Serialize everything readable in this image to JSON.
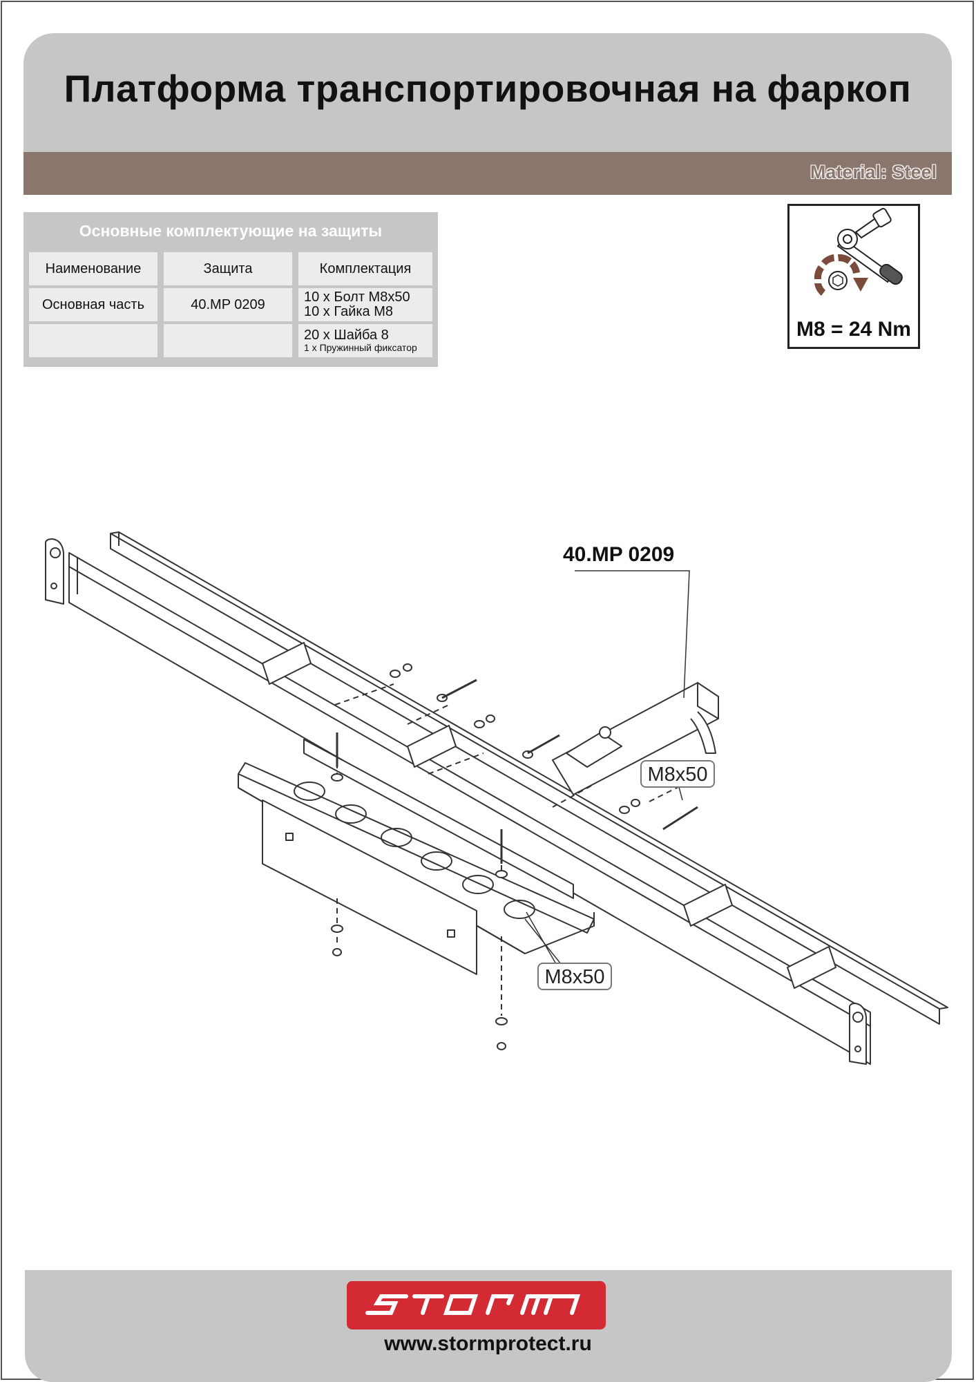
{
  "header": {
    "title": "Платформа транспортировочная на фаркоп",
    "material": "Material: Steel"
  },
  "parts_table": {
    "title": "Основные комплектующие на защиты",
    "headers": [
      "Наименование",
      "Защита",
      "Комплектация"
    ],
    "rows": [
      {
        "name": "Основная часть",
        "part": "40.MP 0209",
        "kit": [
          "10 х Болт М8х50",
          "10 х Гайка М8"
        ]
      },
      {
        "name": "",
        "part": "",
        "kit": [
          "20 х Шайба 8",
          "1 х Пружинный фиксатор"
        ]
      }
    ]
  },
  "torque": {
    "spec": "M8 = 24 Nm",
    "icon": "torque-wrench-icon",
    "arrow_color": "#7a4a3a"
  },
  "drawing": {
    "part_number": "40.MP 0209",
    "callouts": [
      "M8x50",
      "M8x50"
    ]
  },
  "footer": {
    "logo_text": "storm",
    "logo_color": "#d32a34",
    "url": "www.stormprotect.ru"
  },
  "colors": {
    "header_gray": "#c6c6c6",
    "material_bar": "#8a766c"
  }
}
